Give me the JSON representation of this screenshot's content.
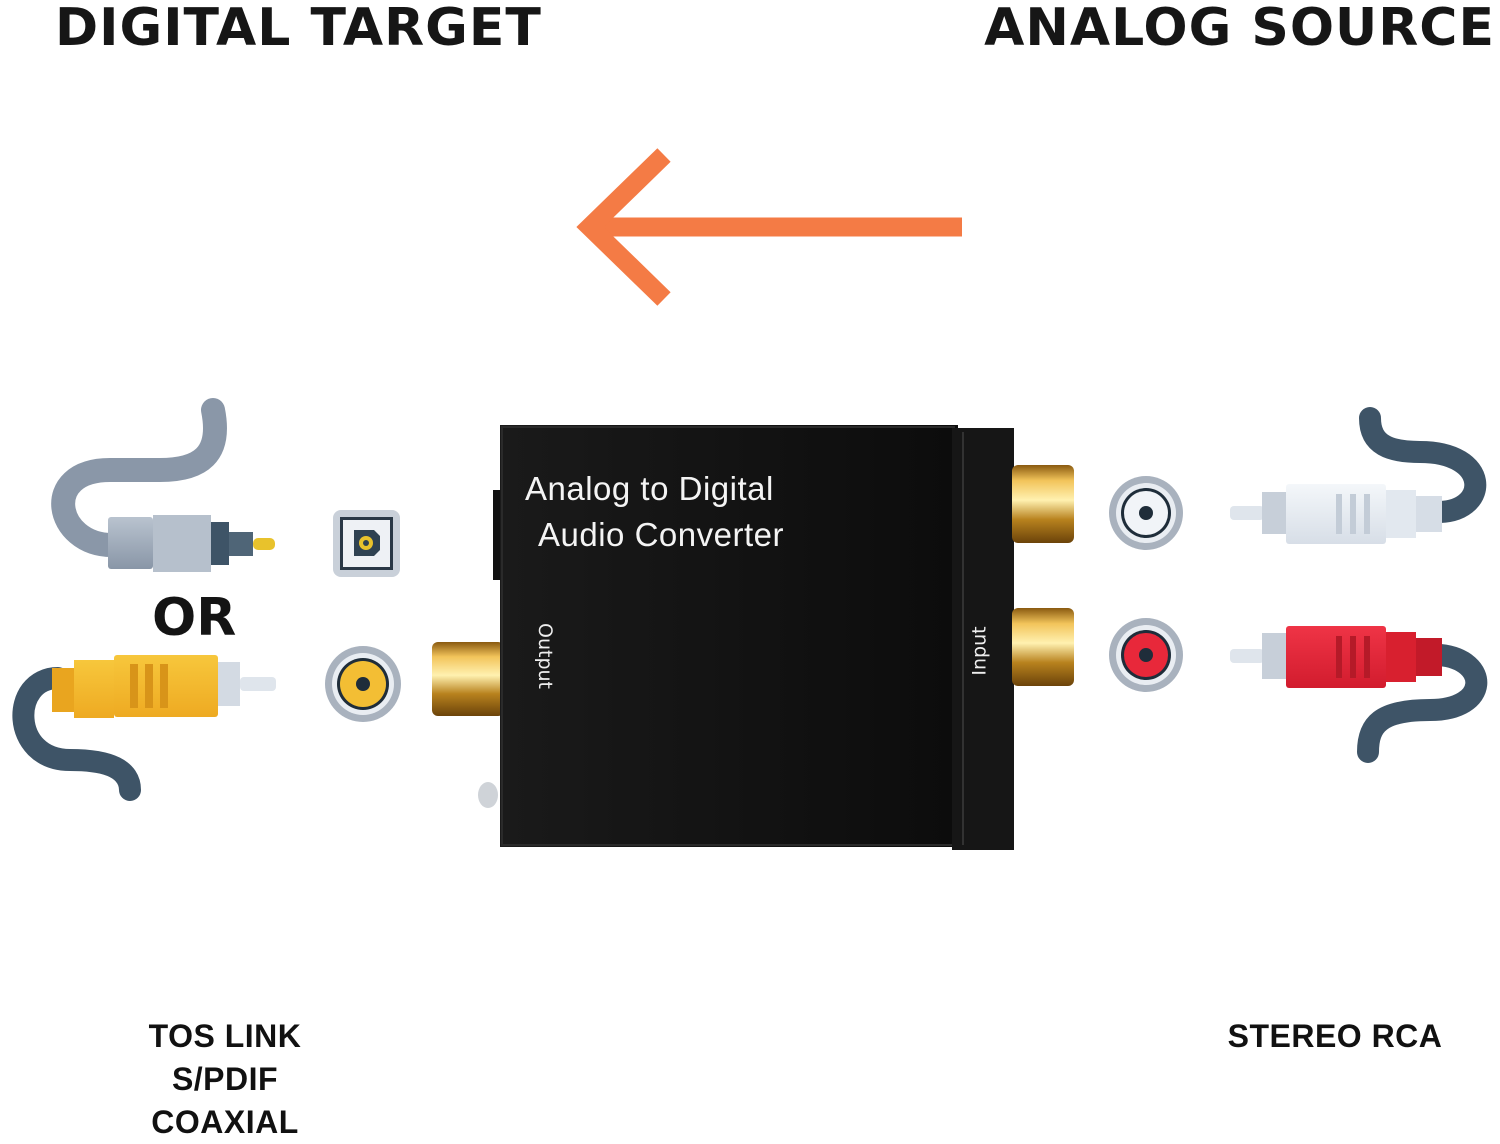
{
  "header": {
    "left_title": "DIGITAL TARGET",
    "right_title": "ANALOG SOURCE"
  },
  "flow": {
    "direction": "right-to-left",
    "arrow_icon": "arrow-left-icon",
    "arrow_color": "#F47B45"
  },
  "device": {
    "line1": "Analog to Digital",
    "line2": "Audio Converter",
    "output_label": "Output",
    "input_label": "Input",
    "body_color": "#121212",
    "connector_color": "#D4A22A"
  },
  "left_side": {
    "or_label": "OR",
    "connectors": [
      {
        "name": "toslink-optical-plug",
        "port": "optical-port",
        "color": "#8C99AA"
      },
      {
        "name": "coaxial-rca-plug",
        "port": "coaxial-port",
        "color": "#F3BE34"
      }
    ],
    "caption_lines": [
      "TOS LINK",
      "S/PDIF",
      "COAXIAL"
    ]
  },
  "right_side": {
    "connectors": [
      {
        "name": "white-rca-plug",
        "port": "white-rca-port",
        "color": "#E6ECF3"
      },
      {
        "name": "red-rca-plug",
        "port": "red-rca-port",
        "color": "#E8283A"
      }
    ],
    "caption_lines": [
      "STEREO RCA"
    ]
  },
  "colors": {
    "cable_dark": "#3E5467",
    "cable_gray": "#8A97A8",
    "port_ring": "#A9B2BE"
  }
}
